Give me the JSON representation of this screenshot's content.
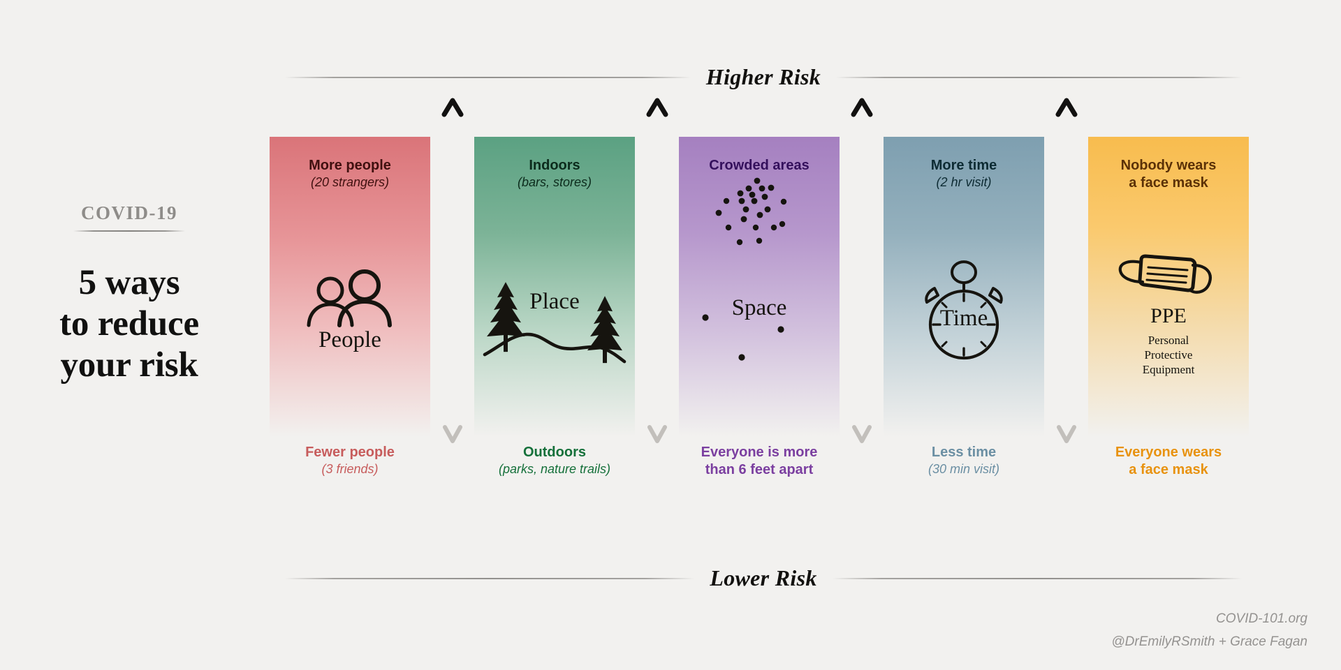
{
  "title_block": {
    "kicker": "COVID-19",
    "line1": "5 ways",
    "line2": "to reduce",
    "line3": "your risk"
  },
  "rails": {
    "top_label": "Higher Risk",
    "bottom_label": "Lower Risk"
  },
  "columns": [
    {
      "key": "people",
      "header_main": "More people",
      "header_sub": "(20 strangers)",
      "icon_word": "People",
      "icon_name": "two-people-icon",
      "footer_main": "Fewer people",
      "footer_sub": "(3 friends)",
      "color_top": "#da7479",
      "color_bottom": "#f2f1ef",
      "header_color": "#40100f",
      "footer_color": "#c75c5c"
    },
    {
      "key": "place",
      "header_main": "Indoors",
      "header_sub": "(bars, stores)",
      "icon_word": "Place",
      "icon_name": "pine-trees-landscape-icon",
      "footer_main": "Outdoors",
      "footer_sub": "(parks, nature trails)",
      "color_top": "#5ba182",
      "color_bottom": "#f2f1ef",
      "header_color": "#0c2b1c",
      "footer_color": "#15703a"
    },
    {
      "key": "space",
      "header_main": "Crowded areas",
      "header_sub": "",
      "icon_word": "Space",
      "icon_name": "scattered-dots-icon",
      "footer_main": "Everyone is more",
      "footer_sub_bold": "than 6 feet apart",
      "color_top": "#a580c0",
      "color_bottom": "#f2f1ef",
      "header_color": "#34105c",
      "footer_color": "#7b3fa0"
    },
    {
      "key": "time",
      "header_main": "More time",
      "header_sub": "(2 hr visit)",
      "icon_word": "Time",
      "icon_name": "stopwatch-icon",
      "footer_main": "Less time",
      "footer_sub": "(30 min visit)",
      "color_top": "#7e9fb0",
      "color_bottom": "#f2f1ef",
      "header_color": "#0d2b33",
      "footer_color": "#6b8fa3"
    },
    {
      "key": "ppe",
      "header_main": "Nobody wears",
      "header_sub_bold": "a face mask",
      "icon_word": "PPE",
      "icon_name": "face-mask-icon",
      "icon_sub1": "Personal",
      "icon_sub2": "Protective",
      "icon_sub3": "Equipment",
      "footer_main": "Everyone wears",
      "footer_sub_bold": "a face mask",
      "color_top": "#f8bc4e",
      "color_bottom": "#f2f1ef",
      "header_color": "#5b3107",
      "footer_color": "#e8920f"
    }
  ],
  "credits": {
    "site": "COVID-101.org",
    "authors": "@DrEmilyRSmith + Grace Fagan"
  },
  "palette": {
    "background": "#f2f1ef",
    "ink": "#111110",
    "muted": "#949290"
  }
}
